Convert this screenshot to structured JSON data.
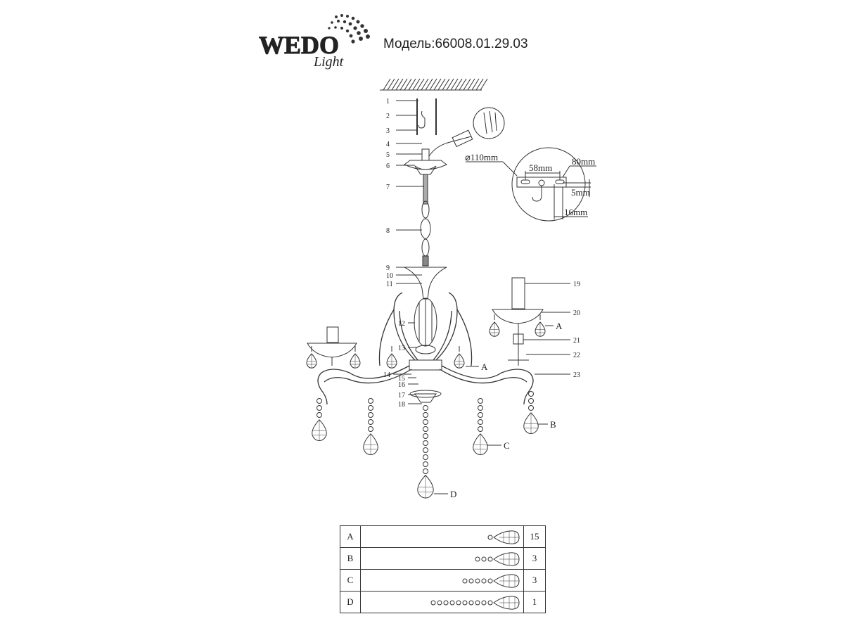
{
  "brand": {
    "name": "WEDO",
    "sub": "Light"
  },
  "model": "Модель:66008.01.29.03",
  "parts": [
    "1",
    "2",
    "3",
    "4",
    "5",
    "6",
    "7",
    "8",
    "9",
    "10",
    "11",
    "12",
    "13",
    "14",
    "15",
    "16",
    "17",
    "18",
    "19",
    "20",
    "21",
    "22",
    "23"
  ],
  "crystal_callouts": [
    "A",
    "A",
    "B",
    "C",
    "D"
  ],
  "mount_detail": {
    "diameter": "⌀110mm",
    "hole_spacing": "58mm",
    "plate_length": "80mm",
    "thickness": "5mm",
    "offset": "16mm"
  },
  "crystal_table": [
    {
      "type": "A",
      "qty": "15",
      "beads": 1
    },
    {
      "type": "B",
      "qty": "3",
      "beads": 3
    },
    {
      "type": "C",
      "qty": "3",
      "beads": 5
    },
    {
      "type": "D",
      "qty": "1",
      "beads": 10
    }
  ]
}
